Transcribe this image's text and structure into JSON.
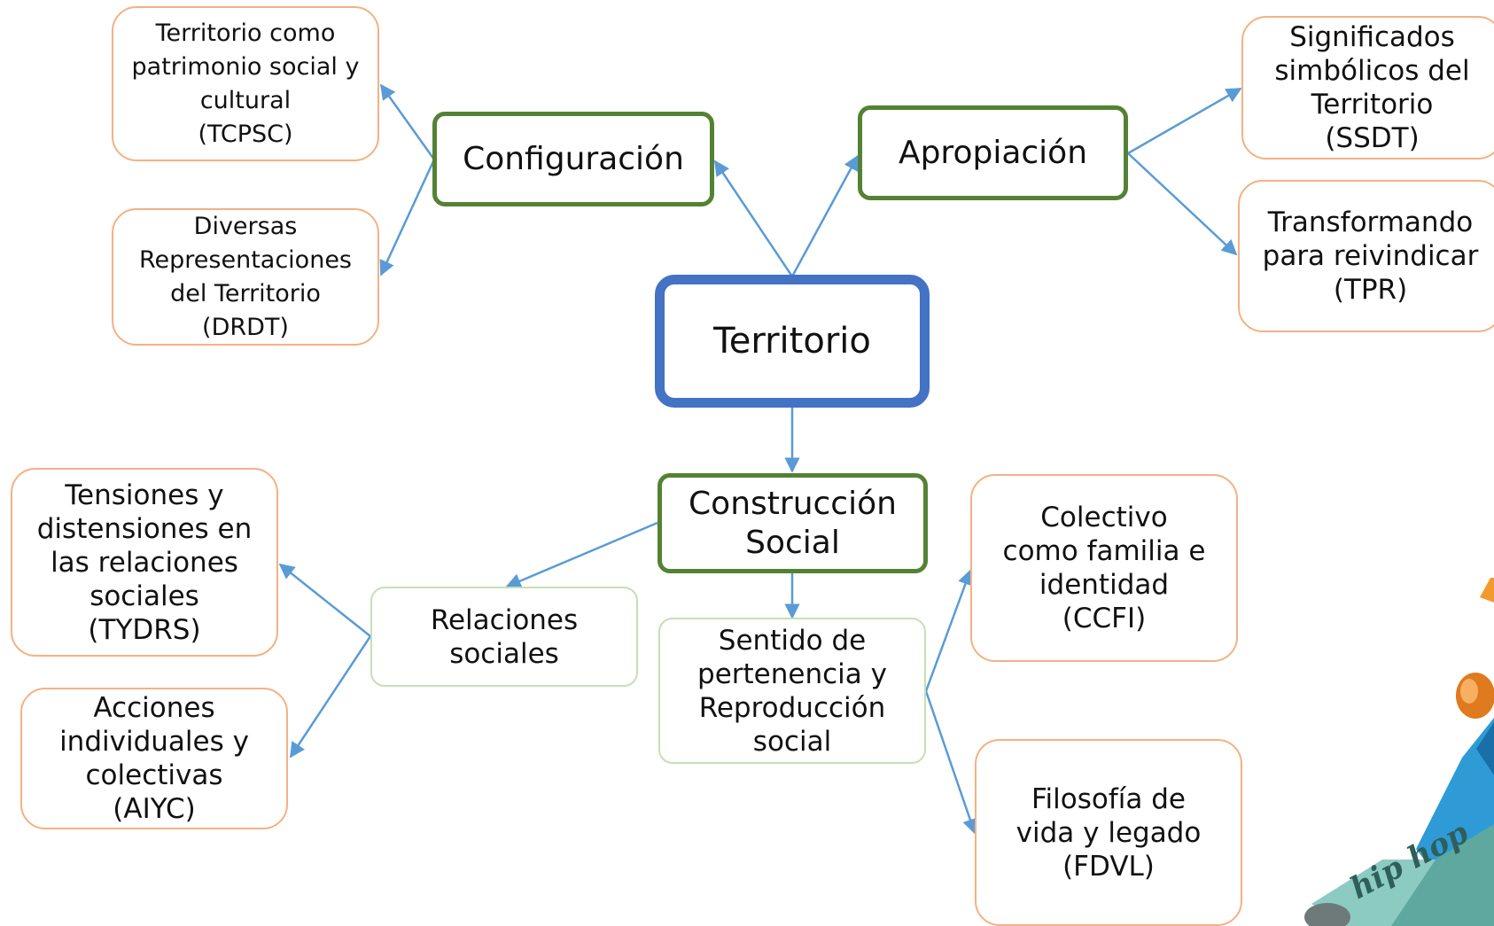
{
  "diagram": {
    "central": "Territorio",
    "categories": {
      "configuracion": "Configuración",
      "apropiacion": "Apropiación",
      "construccion": "Construcción\nSocial"
    },
    "subcategories": {
      "relaciones": "Relaciones\nsociales",
      "sentido": "Sentido de\npertenencia y\nReproducción\nsocial"
    },
    "codes": {
      "tcpsc": "Territorio como\npatrimonio social y\ncultural\n(TCPSC)",
      "drdt": "Diversas\nRepresentaciones\ndel Territorio\n(DRDT)",
      "ssdt": "Significados\nsimbólicos del\nTerritorio\n(SSDT)",
      "tpr": "Transformando\npara reivindicar\n(TPR)",
      "tydrs": "Tensiones y\ndistensiones en\nlas relaciones\nsociales\n(TYDRS)",
      "aiyc": "Acciones\nindividuales y\ncolectivas\n(AIYC)",
      "ccfi": "Colectivo\ncomo familia e\nidentidad\n(CCFI)",
      "fdvl": "Filosofía de\nvida y legado\n(FDVL)"
    },
    "decoration_text": "hip hop",
    "colors": {
      "central_border": "#4472C4",
      "category_border": "#548235",
      "subcategory_border": "#C5E0B4",
      "code_border": "#F4B183",
      "arrow": "#5B9BD5"
    }
  }
}
